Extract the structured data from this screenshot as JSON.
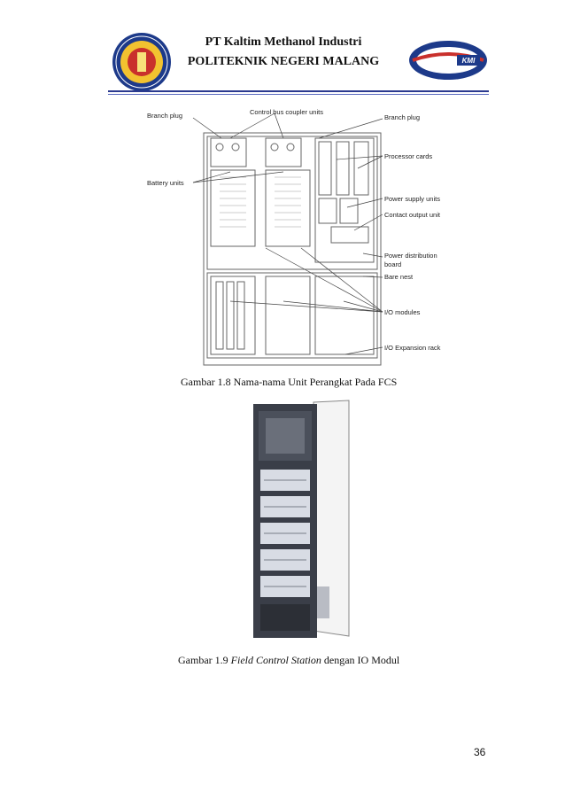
{
  "header": {
    "line1": "PT Kaltim Methanol Industri",
    "line2": "POLITEKNIK NEGERI MALANG",
    "right_logo_text": "KMI"
  },
  "figure1": {
    "labels": {
      "branch_plug_left": "Branch plug",
      "control_bus": "Control bus coupler units",
      "branch_plug_right": "Branch plug",
      "battery_units": "Battery units",
      "processor_cards": "Processor cards",
      "power_supply": "Power supply units",
      "contact_output": "Contact output unit",
      "power_distribution_1": "Power distribution",
      "power_distribution_2": "board",
      "bare_nest": "Bare nest",
      "io_modules": "I/O modules",
      "io_expansion": "I/O Expansion rack"
    },
    "caption": "Gambar  1.8 Nama-nama  Unit  Perangkat  Pada FCS"
  },
  "figure2": {
    "caption_prefix": "Gambar  1.9 ",
    "caption_italic": "Field Control Station",
    "caption_suffix": " dengan  IO Modul"
  },
  "page_number": "36"
}
